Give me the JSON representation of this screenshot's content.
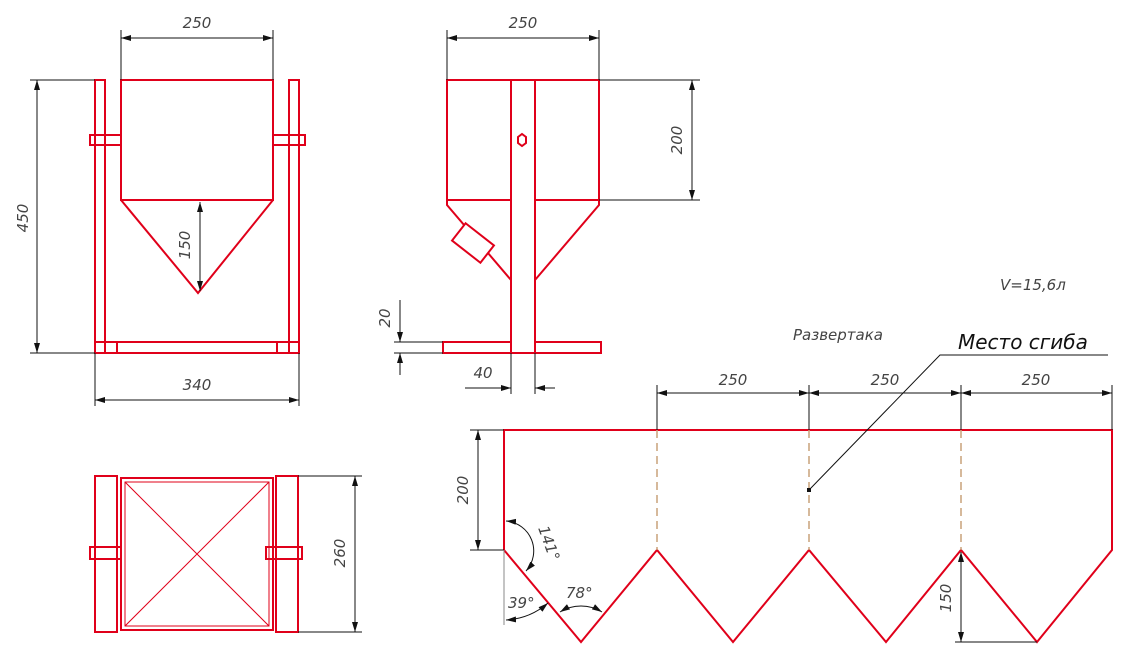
{
  "labels": {
    "volume": "V=15,6л",
    "development": "Развертака",
    "fold_place": "Место сгиба"
  },
  "dims": {
    "front_width": "250",
    "front_height": "450",
    "front_hopper": "150",
    "front_base": "340",
    "side_width": "250",
    "side_box": "200",
    "side_base_thk": "20",
    "side_post": "40",
    "top_depth": "260",
    "dev_seg1": "250",
    "dev_seg2": "250",
    "dev_seg3": "250",
    "dev_height": "200",
    "dev_hopper": "150",
    "angle_141": "141°",
    "angle_39": "39°",
    "angle_78": "78°"
  },
  "colors": {
    "outline": "#e0001a",
    "dimension": "#111111"
  }
}
